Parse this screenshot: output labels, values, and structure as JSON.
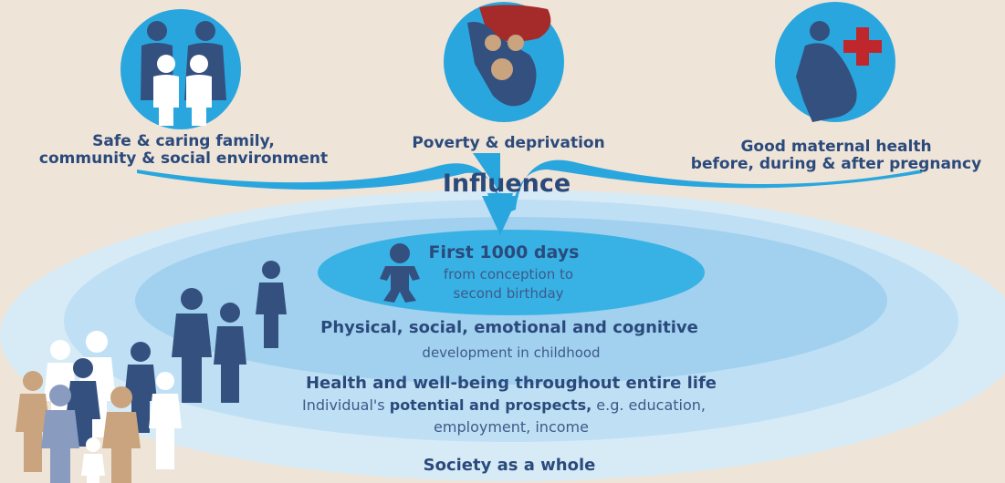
{
  "influences": [
    {
      "line1": "Safe & caring family,",
      "line2": "community & social environment",
      "icon": "family-icon"
    },
    {
      "line1": "Poverty & deprivation",
      "line2": "",
      "icon": "hand-coins-icon"
    },
    {
      "line1": "Good maternal health",
      "line2": "before, during & after pregnancy",
      "icon": "pregnant-woman-icon"
    }
  ],
  "influence_label": "Influence",
  "rings": {
    "inner": {
      "title": "First 1000 days",
      "line1": "from conception to",
      "line2": "second birthday"
    },
    "middle": {
      "title": "Physical, social, emotional and cognitive",
      "sub": "development in childhood"
    },
    "outer": {
      "title": "Health and well-being throughout entire life",
      "prefix": "Individual's ",
      "bold": "potential and prospects,",
      "suffix": " e.g. education,",
      "line3": "employment, income"
    },
    "society": {
      "title": "Society as a whole"
    }
  },
  "colors": {
    "background": "#efe4d8",
    "circle": "#2aa6de",
    "text": "#2b4a7c",
    "red_cross": "#c0272d",
    "figure_dark": "#34507f"
  }
}
